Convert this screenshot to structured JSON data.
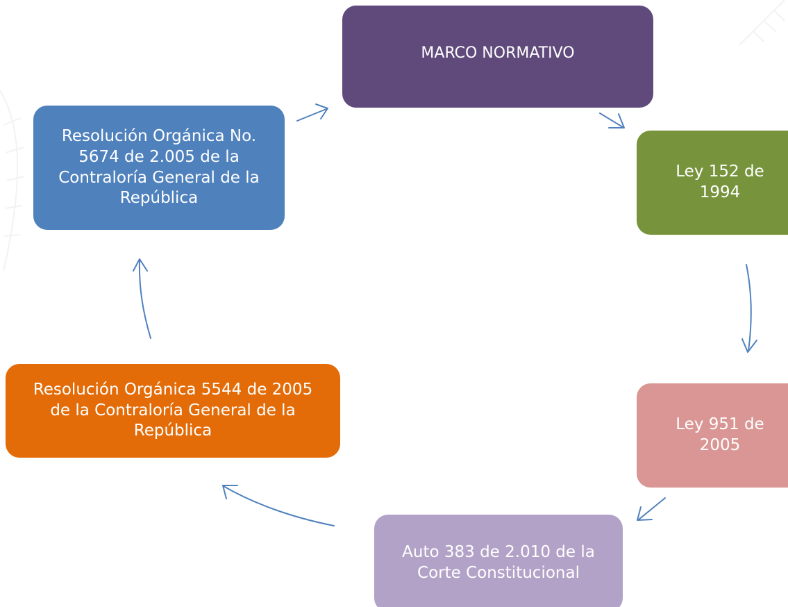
{
  "diagram": {
    "nodes": [
      {
        "id": "marco",
        "label": "MARCO NORMATIVO",
        "color": "#604a7b"
      },
      {
        "id": "ley152",
        "label": "Ley 152 de\n1994",
        "color": "#77933c"
      },
      {
        "id": "ley951",
        "label": "Ley 951 de\n2005",
        "color": "#d99694"
      },
      {
        "id": "auto383",
        "label": "Auto 383 de 2.010 de la\nCorte Constitucional",
        "color": "#b2a2c7"
      },
      {
        "id": "res5544",
        "label": "Resolución Orgánica 5544 de 2005\nde la Contraloría General de la\nRepública",
        "color": "#e36c09"
      },
      {
        "id": "res5674",
        "label": "Resolución Orgánica No.\n5674 de 2.005 de la\nContraloría General de la\nRepública",
        "color": "#4f81bd"
      }
    ],
    "arrow_color": "#4f81bd"
  }
}
